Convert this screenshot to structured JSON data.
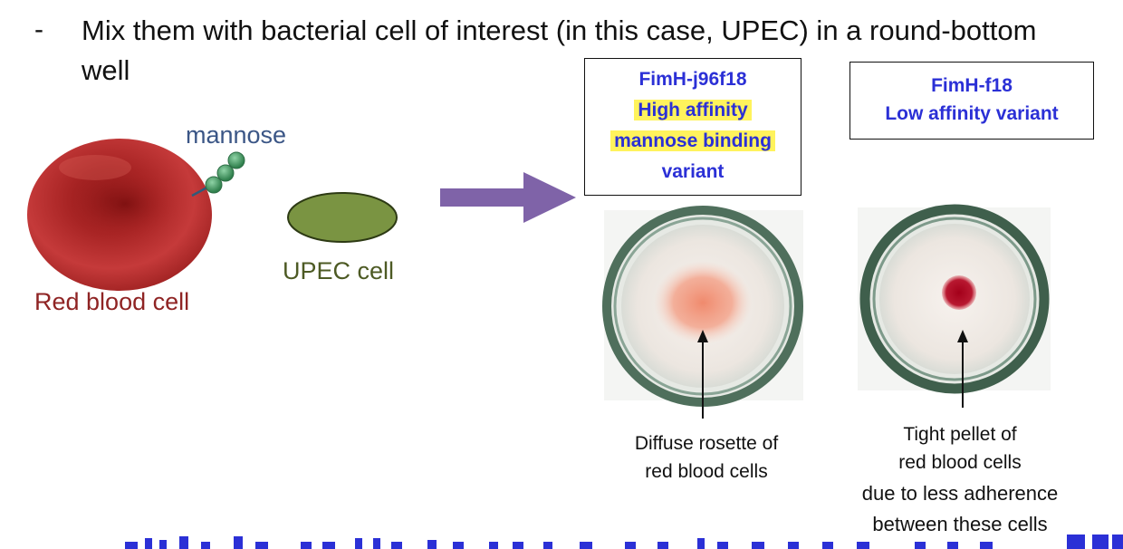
{
  "bullet": {
    "dash": "-",
    "text": "Mix them with bacterial cell of interest (in this case, UPEC) in a round-bottom well"
  },
  "labels": {
    "mannose": "mannose",
    "upec_cell": "UPEC cell",
    "red_blood_cell": "Red blood cell"
  },
  "variant_high": {
    "name": "FimH-j96f18",
    "line1": "High affinity",
    "line2": "mannose binding",
    "line3": "variant"
  },
  "variant_low": {
    "name": "FimH-f18",
    "line1": "Low affinity variant"
  },
  "captions": {
    "left_line1": "Diffuse rosette of",
    "left_line2": "red blood cells",
    "right_line1": "Tight pellet of",
    "right_line2": "red blood cells",
    "right_line3": "due to less adherence",
    "right_line4": "between these cells"
  },
  "colors": {
    "rbc": "#b52a2a",
    "upec": "#7a9442",
    "mannose": "#3f9a63",
    "arrow": "#7f63a8",
    "variant_text": "#2b30d6",
    "highlight": "#fff35c"
  }
}
